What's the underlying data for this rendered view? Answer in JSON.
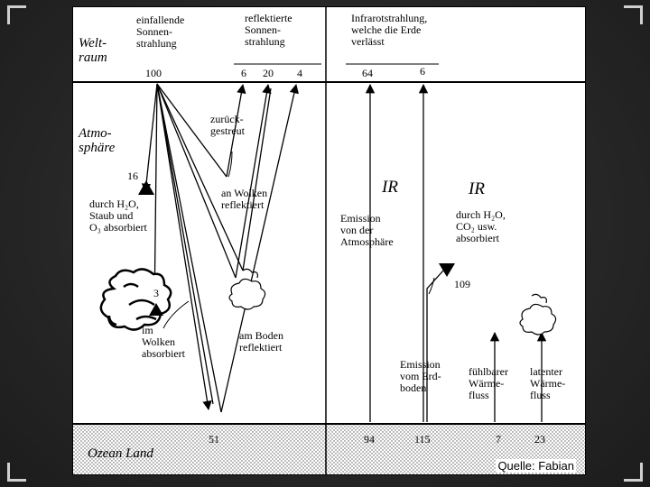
{
  "labels": {
    "weltraum": "Welt-\nraum",
    "atmosphaere": "Atmo-\nsphäre",
    "ozean_land": "Ozean Land",
    "einfallende": "einfallende\nSonnen-\nstrahlung",
    "reflektierte": "reflektierte\nSonnen-\nstrahlung",
    "infrarot": "Infrarotstrahlung,\nwelche die Erde\nverlässt",
    "zurueckgestreut": "zurück-\ngestreut",
    "durch_h2o_staub": "durch H₂O,\nStaub und\nO₃ absorbiert",
    "an_wolken": "an Wolken\nreflektiert",
    "in_wolken": "im\nWolken\nabsorbiert",
    "am_boden": "am Boden\nreflektiert",
    "ir_left": "IR",
    "ir_right": "IR",
    "emission_atmosphaere": "Emission\nvon der\nAtmosphäre",
    "durch_h2o_co2": "durch H₂O,\nCO₂ usw.\nabsorbiert",
    "emission_erdboden": "Emission\nvom Erd-\nboden",
    "fuehlbarer": "fühlbarer\nWärme-\nfluss",
    "latenter": "latenter\nWärme-\nfluss"
  },
  "values": {
    "incoming": "100",
    "refl_6": "6",
    "refl_20": "20",
    "refl_4": "4",
    "out_64": "64",
    "out_6": "6",
    "abs_16": "16",
    "abs_3": "3",
    "abs_109": "109",
    "ground_51": "51",
    "ground_94": "94",
    "ground_115": "115",
    "ground_7": "7",
    "ground_23": "23"
  },
  "source": "Quelle: Fabian"
}
